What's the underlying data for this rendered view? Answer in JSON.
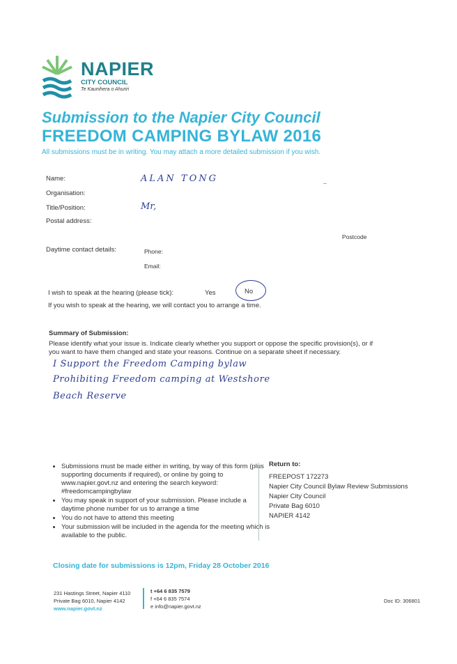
{
  "logo": {
    "name": "NAPIER",
    "sub": "CITY COUNCIL",
    "maori": "Te Kaunihera o Ahuriri"
  },
  "title": {
    "line1": "Submission to the Napier City Council",
    "line2": "FREEDOM CAMPING BYLAW 2016",
    "subtitle": "All submissions must be in writing. You may attach a more detailed submission if you wish."
  },
  "form": {
    "name_label": "Name:",
    "name_value": "ALAN TONG",
    "organisation_label": "Organisation:",
    "title_label": "Title/Position:",
    "title_value": "Mr,",
    "postal_label": "Postal address:",
    "postcode_label": "Postcode",
    "contact_label": "Daytime contact details:",
    "phone_label": "Phone:",
    "email_label": "Email:",
    "speak_label": "I wish to speak at the hearing (please tick):",
    "yes_label": "Yes",
    "no_label": "No",
    "speak_note": "If you wish to speak at the hearing, we will contact you to arrange a time."
  },
  "summary": {
    "heading": "Summary of Submission:",
    "instructions_1": "Please identify what your issue is. Indicate clearly whether you support or oppose the specific provision(s), or if",
    "instructions_2": "you want to have them changed and state your reasons. Continue on a separate sheet if necessary.",
    "hand_line_1": "I Support the Freedom Camping bylaw",
    "hand_line_2": "Prohibiting Freedom camping at Westshore",
    "hand_line_3": "Beach Reserve"
  },
  "notes": {
    "bullet_1": "Submissions must be made either in writing, by way of this form (plus supporting documents if required), or online by going to www.napier.govt.nz and entering the search keyword: #freedomcampingbylaw",
    "bullet_2": "You may speak in support of your submission. Please include a daytime phone number for us to arrange a time",
    "bullet_3": "You do not have to attend this meeting",
    "bullet_4": "Your submission will be included in the agenda for the meeting which is available to the public."
  },
  "return_to": {
    "heading": "Return to:",
    "line1": "FREEPOST 172273",
    "line2": "Napier City Council Bylaw Review Submissions",
    "line3": "Napier City Council",
    "line4": "Private Bag 6010",
    "line5": "NAPIER 4142"
  },
  "closing": "Closing date for submissions is 12pm, Friday 28 October 2016",
  "footer": {
    "address1": "231 Hastings Street, Napier 4110",
    "address2": "Private Bag 6010, Napier 4142",
    "website": "www.napier.govt.nz",
    "phone": "t +64 6 835 7579",
    "fax": "f +64 6 835 7574",
    "email": "e info@napier.govt.nz",
    "doc_id": "Doc ID: 306801"
  },
  "colors": {
    "accent": "#35b4d6",
    "logo_teal": "#1f7f8a",
    "logo_green": "#7cc576",
    "ink": "#2c3d8f"
  }
}
